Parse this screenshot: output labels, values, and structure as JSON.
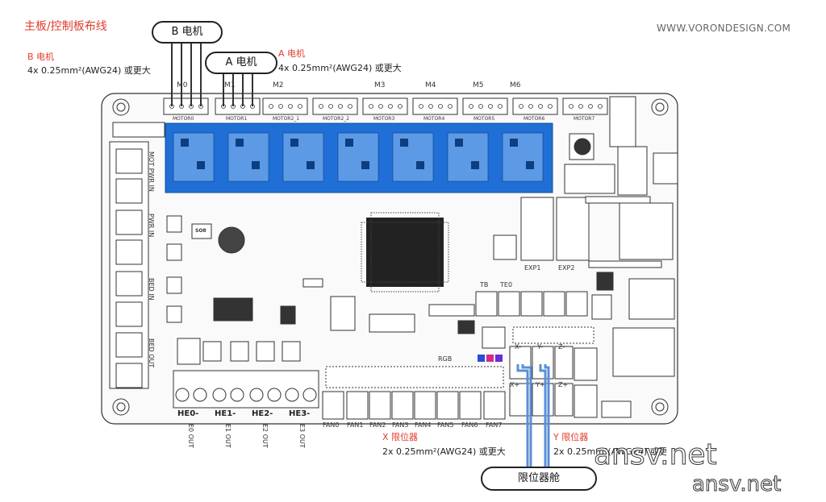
{
  "header": {
    "title": "主板/控制板布线",
    "website": "WWW.VORONDESIGN.COM"
  },
  "callouts": {
    "b_motor_pill": "B 电机",
    "a_motor_pill": "A 电机",
    "b_motor_label": "B 电机",
    "b_motor_wire": "4x 0.25mm²(AWG24) 或更大",
    "a_motor_label": "A 电机",
    "a_motor_wire": "4x 0.25mm²(AWG24) 或更大",
    "x_endstop_label": "X 限位器",
    "x_endstop_wire": "2x 0.25mm²(AWG24) 或更大",
    "y_endstop_label": "Y 限位器",
    "y_endstop_wire": "2x 0.25mm²(AWG24) 或更大",
    "endstop_bay_pill": "限位器舱"
  },
  "board": {
    "motor_labels": [
      "M0",
      "M1",
      "M2",
      "M3",
      "M4",
      "M5",
      "M6"
    ],
    "motor_connectors": [
      "MOTOR0",
      "MOTOR1",
      "MOTOR2_1",
      "MOTOR2_2",
      "MOTOR3",
      "MOTOR4",
      "MOTOR5",
      "MOTOR6",
      "MOTOR7"
    ],
    "power_labels": [
      "MOT PWR IN",
      "PWR IN",
      "BED IN",
      "BED OUT"
    ],
    "heater_labels": [
      "HE0-",
      "HE1-",
      "HE2-",
      "HE3-"
    ],
    "heater_out_labels": [
      "E0 OUT",
      "E1 OUT",
      "E2 OUT",
      "E3 OUT"
    ],
    "fan_labels": [
      "FAN0",
      "FAN1",
      "FAN2",
      "FAN3",
      "FAN4",
      "FAN5",
      "FAN6",
      "FAN7"
    ],
    "thermistor_labels": [
      "TB",
      "TE0"
    ],
    "exp_labels": [
      "EXP1",
      "EXP2"
    ],
    "rgb_label": "RGB",
    "endstop_labels": [
      "X-",
      "Y-",
      "Z-",
      "X+",
      "Y+",
      "Z+"
    ],
    "chip_label": "SO8"
  },
  "watermarks": [
    "ansv.net",
    "ansv.net"
  ],
  "colors": {
    "accent_red": "#e23b2e",
    "driver_blue": "#1f6fd6",
    "wire_blue": "#5b8fd6"
  }
}
